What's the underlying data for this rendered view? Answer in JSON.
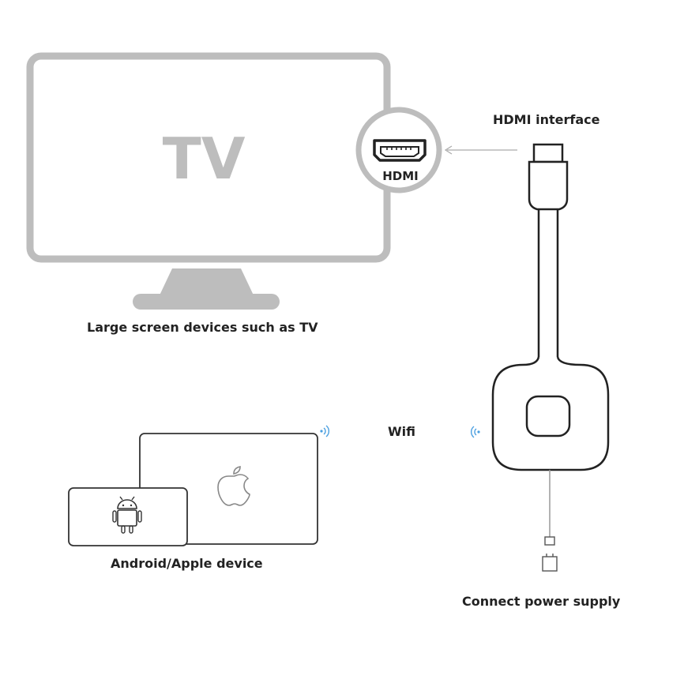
{
  "tv": {
    "screen_text": "TV",
    "caption": "Large screen devices such as TV",
    "port_label": "HDMI"
  },
  "dongle": {
    "connector_label": "HDMI interface",
    "power_label": "Connect power supply"
  },
  "wireless": {
    "label": "Wifi"
  },
  "devices": {
    "caption": "Android/Apple device",
    "android_icon": "android-robot-icon",
    "apple_icon": "apple-logo-icon"
  },
  "colors": {
    "outline_gray": "#bdbdbd",
    "text_dark": "#222222",
    "device_outline": "#333333",
    "wifi_blue": "#4a9fe0"
  }
}
